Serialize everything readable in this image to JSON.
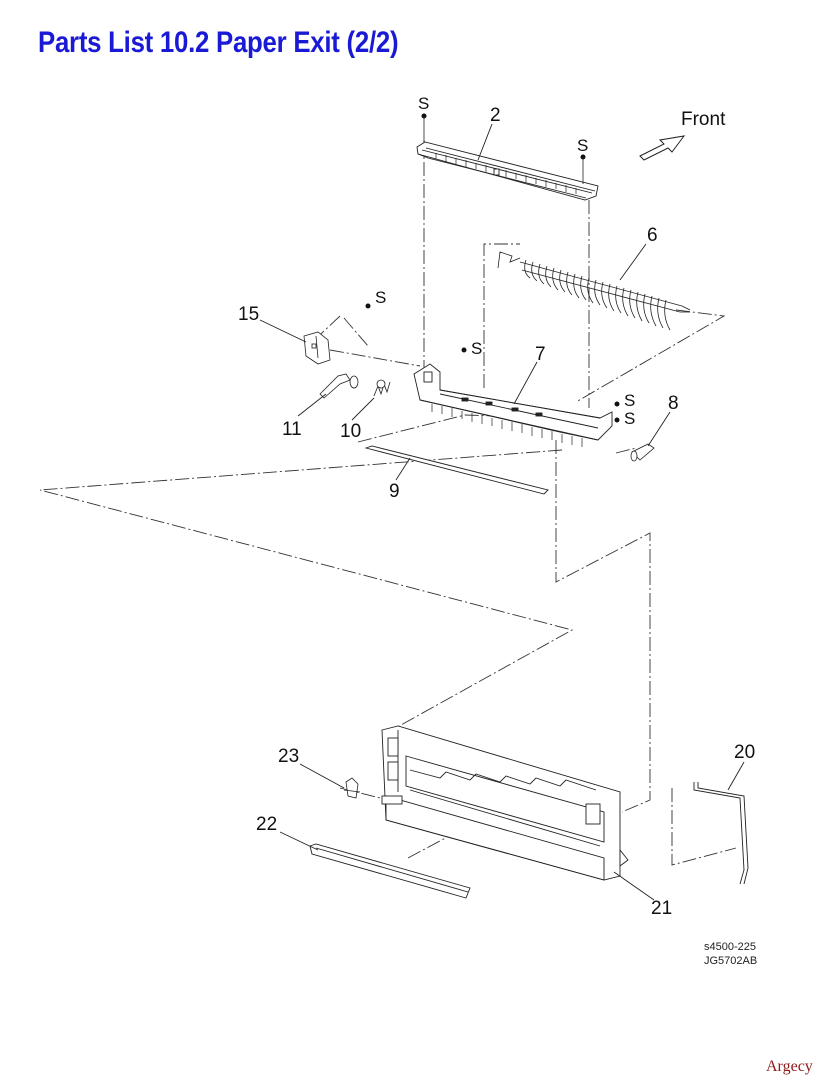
{
  "title": "Parts List 10.2 Paper Exit (2/2)",
  "direction_label": "Front",
  "screw_symbol": "S",
  "callouts": {
    "c2": "2",
    "c6": "6",
    "c7": "7",
    "c8": "8",
    "c9": "9",
    "c10": "10",
    "c11": "11",
    "c15": "15",
    "c20": "20",
    "c21": "21",
    "c22": "22",
    "c23": "23"
  },
  "drawing_codes": [
    "s4500-225",
    "JG5702AB"
  ],
  "brand": "Argecy"
}
